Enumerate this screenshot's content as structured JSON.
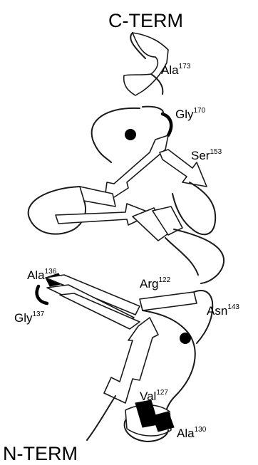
{
  "termini": {
    "c_term": "C-TERM",
    "n_term": "N-TERM"
  },
  "residues": {
    "ala173": {
      "name": "Ala",
      "number": "173"
    },
    "gly170": {
      "name": "Gly",
      "number": "170"
    },
    "ser153": {
      "name": "Ser",
      "number": "153"
    },
    "ala136": {
      "name": "Ala",
      "number": "136"
    },
    "gly137": {
      "name": "Gly",
      "number": "137"
    },
    "arg122": {
      "name": "Arg",
      "number": "122"
    },
    "asn143": {
      "name": "Asn",
      "number": "143"
    },
    "val127": {
      "name": "Val",
      "number": "127"
    },
    "ala130": {
      "name": "Ala",
      "number": "130"
    }
  },
  "colors": {
    "ink": "#000000",
    "ribbon_stroke": "#1a1a1a",
    "background": "#ffffff"
  }
}
